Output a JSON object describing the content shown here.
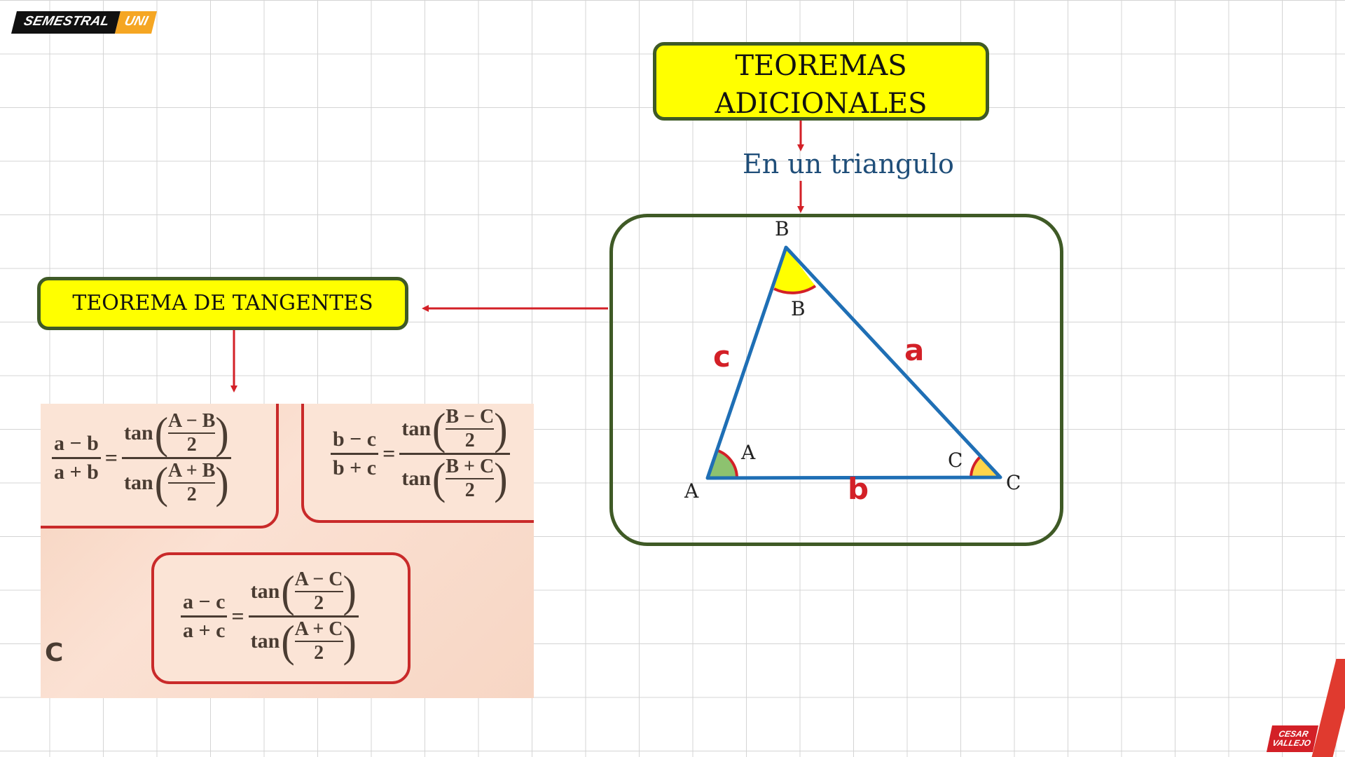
{
  "header": {
    "logo_left": "SEMESTRAL",
    "logo_right": "UNI"
  },
  "title": {
    "line1": "TEOREMAS",
    "line2": "ADICIONALES"
  },
  "subtitle": "En un triangulo",
  "triangle": {
    "vertex_labels": {
      "A": "A",
      "B": "B",
      "C": "C"
    },
    "angle_labels": {
      "A": "A",
      "B": "B",
      "C": "C"
    },
    "side_labels": {
      "a": "a",
      "b": "b",
      "c": "c"
    }
  },
  "tangents_title": "TEOREMA DE TANGENTES",
  "formulas": {
    "f1": {
      "num": "a − b",
      "den": "a + b",
      "eq": "=",
      "fn": "tan",
      "top_inner_num": "A − B",
      "bot_inner_num": "A + B",
      "inner_den": "2"
    },
    "f2": {
      "num": "b − c",
      "den": "b + c",
      "eq": "=",
      "fn": "tan",
      "top_inner_num": "B − C",
      "bot_inner_num": "B + C",
      "inner_den": "2"
    },
    "f3": {
      "num": "a − c",
      "den": "a + c",
      "eq": "=",
      "fn": "tan",
      "top_inner_num": "A − C",
      "bot_inner_num": "A + C",
      "inner_den": "2"
    },
    "stray_letter": "C"
  },
  "brand": {
    "line1": "CESAR",
    "line2": "VALLEJO"
  },
  "colors": {
    "yellow": "#ffff00",
    "frame_green": "#3f5a26",
    "arrow_red": "#d32027",
    "triangle_blue": "#1f6fb5",
    "subtitle_blue": "#1f4e79",
    "angle_yellow": "#ffff00",
    "angle_green": "#8dc26f"
  }
}
